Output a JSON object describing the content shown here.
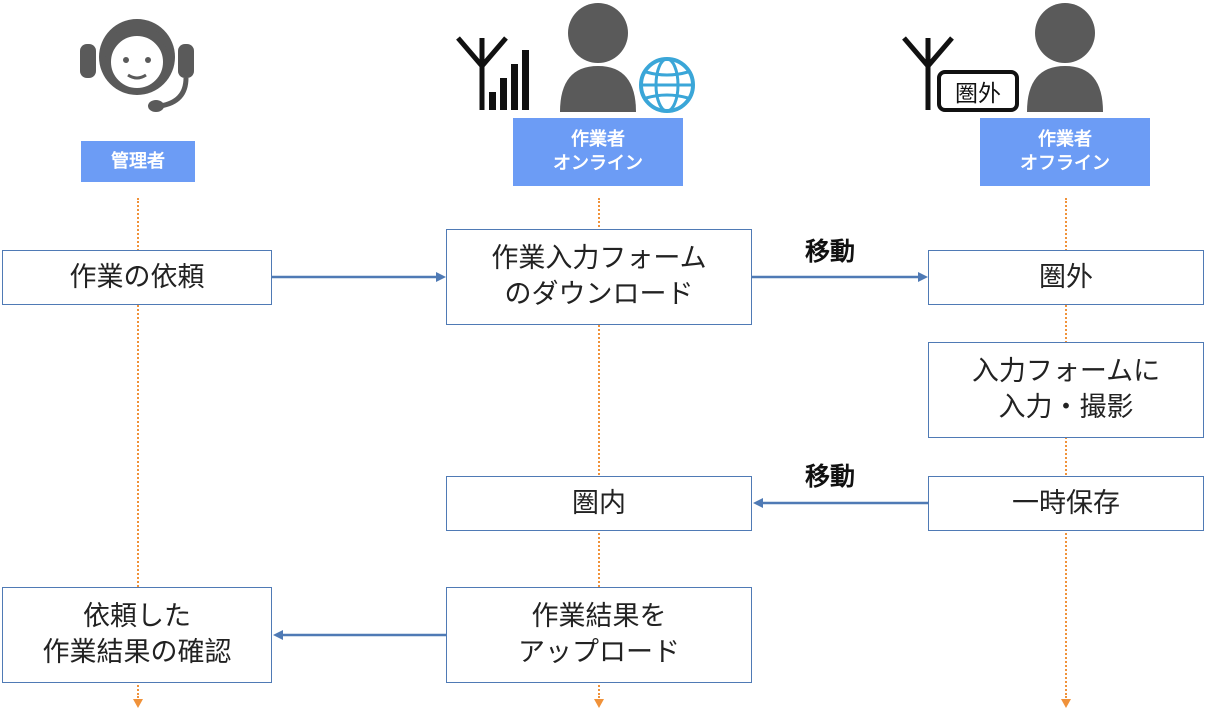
{
  "actors": {
    "manager": {
      "label": "管理者"
    },
    "worker_online": {
      "label_line1": "作業者",
      "label_line2": "オンライン"
    },
    "worker_offline": {
      "label_line1": "作業者",
      "label_line2": "オフライン",
      "out_of_range_badge": "圏外"
    }
  },
  "steps": {
    "request_work": "作業の依頼",
    "download_form_line1": "作業入力フォーム",
    "download_form_line2": "のダウンロード",
    "out_of_range": "圏外",
    "input_form_line1": "入力フォームに",
    "input_form_line2": "入力・撮影",
    "in_range": "圏内",
    "temp_save": "一時保存",
    "upload_line1": "作業結果を",
    "upload_line2": "アップロード",
    "confirm_line1": "依頼した",
    "confirm_line2": "作業結果の確認"
  },
  "messages": {
    "move_1": "移動",
    "move_2": "移動"
  },
  "icons": {
    "manager_icon": "operator-headset-icon",
    "online_signal": "signal-antenna-icon",
    "online_person": "person-icon",
    "online_globe": "globe-icon",
    "offline_signal": "antenna-no-signal-icon",
    "offline_person": "person-icon"
  },
  "colors": {
    "actor_label_bg": "#6c9cf5",
    "lifeline": "#f0923a",
    "box_border": "#4f7ab5",
    "arrow": "#4f7ab5",
    "icon_gray": "#5a5a5a",
    "globe": "#3aa6d8"
  }
}
